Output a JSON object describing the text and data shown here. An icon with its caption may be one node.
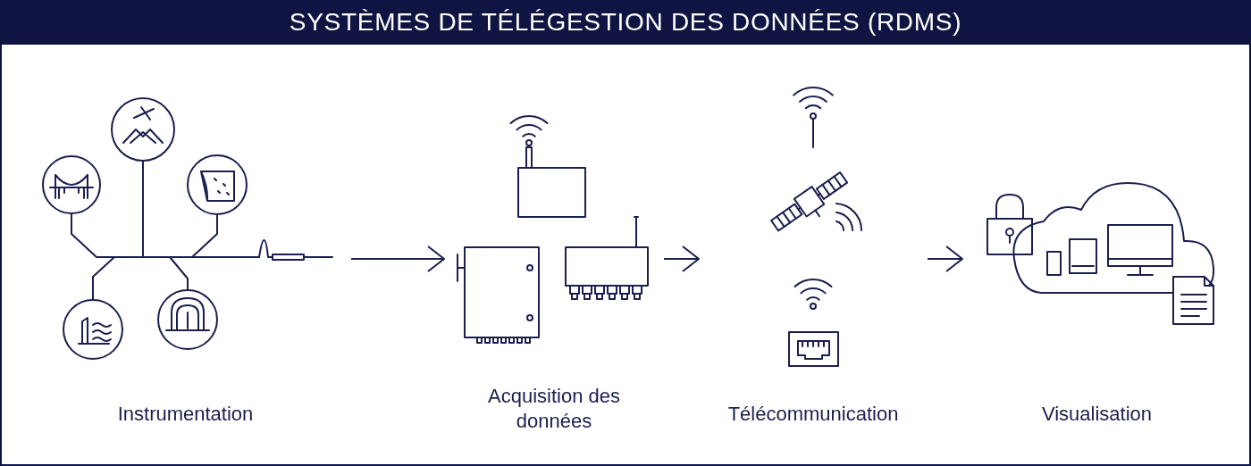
{
  "diagram": {
    "title": "SYSTÈMES DE TÉLÉGESTION DES DONNÉES (RDMS)",
    "nodes": [
      {
        "text": [
          "Instrumentation"
        ]
      },
      {
        "text": [
          "Acquisition des données"
        ]
      },
      {
        "text": [
          "Télécommunication"
        ]
      },
      {
        "text": [
          "Visualisation"
        ]
      }
    ],
    "edges": [
      {
        "from": 0,
        "to": 1,
        "arrow": "to"
      },
      {
        "from": 1,
        "to": 2,
        "arrow": "to"
      },
      {
        "from": 2,
        "to": 3,
        "arrow": "to"
      }
    ]
  }
}
